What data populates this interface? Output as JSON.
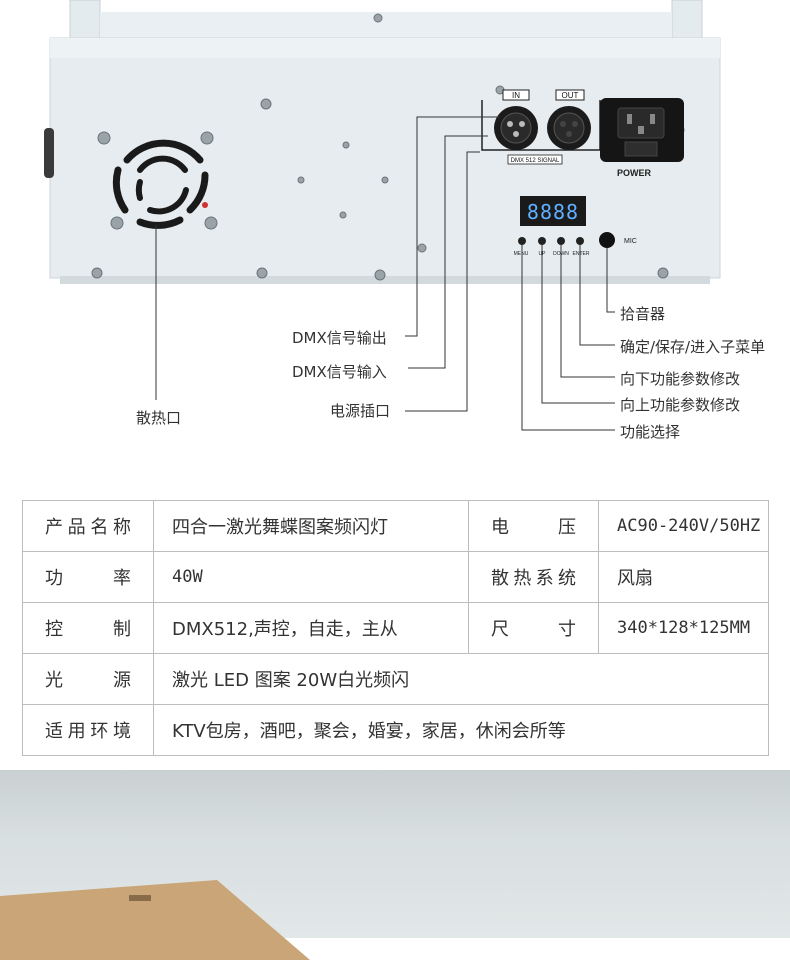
{
  "device": {
    "port_in_label": "IN",
    "port_out_label": "OUT",
    "signal_label": "DMX 512 SIGNAL",
    "power_label": "POWER",
    "mic_label": "MIC",
    "display_value": "8888",
    "buttons": [
      "MENU",
      "UP",
      "DOWN",
      "ENTER"
    ]
  },
  "callouts": {
    "dmx_out": "DMX信号输出",
    "dmx_in": "DMX信号输入",
    "power_socket": "电源插口",
    "fan": "散热口",
    "mic": "拾音器",
    "enter": "确定/保存/进入子菜单",
    "down": "向下功能参数修改",
    "up": "向上功能参数修改",
    "menu": "功能选择"
  },
  "specs": {
    "rows": [
      {
        "k1": "产品名称",
        "v1": "四合一激光舞蝶图案频闪灯",
        "k2": "电　压",
        "v2": "AC90-240V/50HZ"
      },
      {
        "k1": "功　率",
        "v1": "40W",
        "k2": "散热系统",
        "v2": "风扇"
      },
      {
        "k1": "控　制",
        "v1": "DMX512,声控，自走，主从",
        "k2": "尺　寸",
        "v2": "340*128*125MM"
      },
      {
        "k1": "光　源",
        "v1": "激光 LED 图案 20W白光频闪"
      },
      {
        "k1": "适用环境",
        "v1": "KTV包房，酒吧，聚会，婚宴，家居，休闲会所等"
      }
    ]
  }
}
